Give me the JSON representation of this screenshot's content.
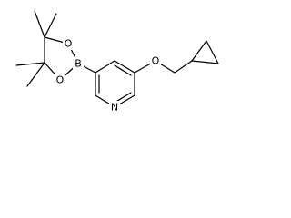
{
  "structure": {
    "atoms": [
      {
        "id": "O_left_top",
        "label": "O"
      },
      {
        "id": "O_left_bottom",
        "label": "O"
      },
      {
        "id": "B",
        "label": "B"
      },
      {
        "id": "O_ether",
        "label": "O"
      },
      {
        "id": "N_ring",
        "label": "N"
      }
    ]
  },
  "colors": {
    "bond": "#000000",
    "label": "#000000",
    "background": "#ffffff"
  }
}
